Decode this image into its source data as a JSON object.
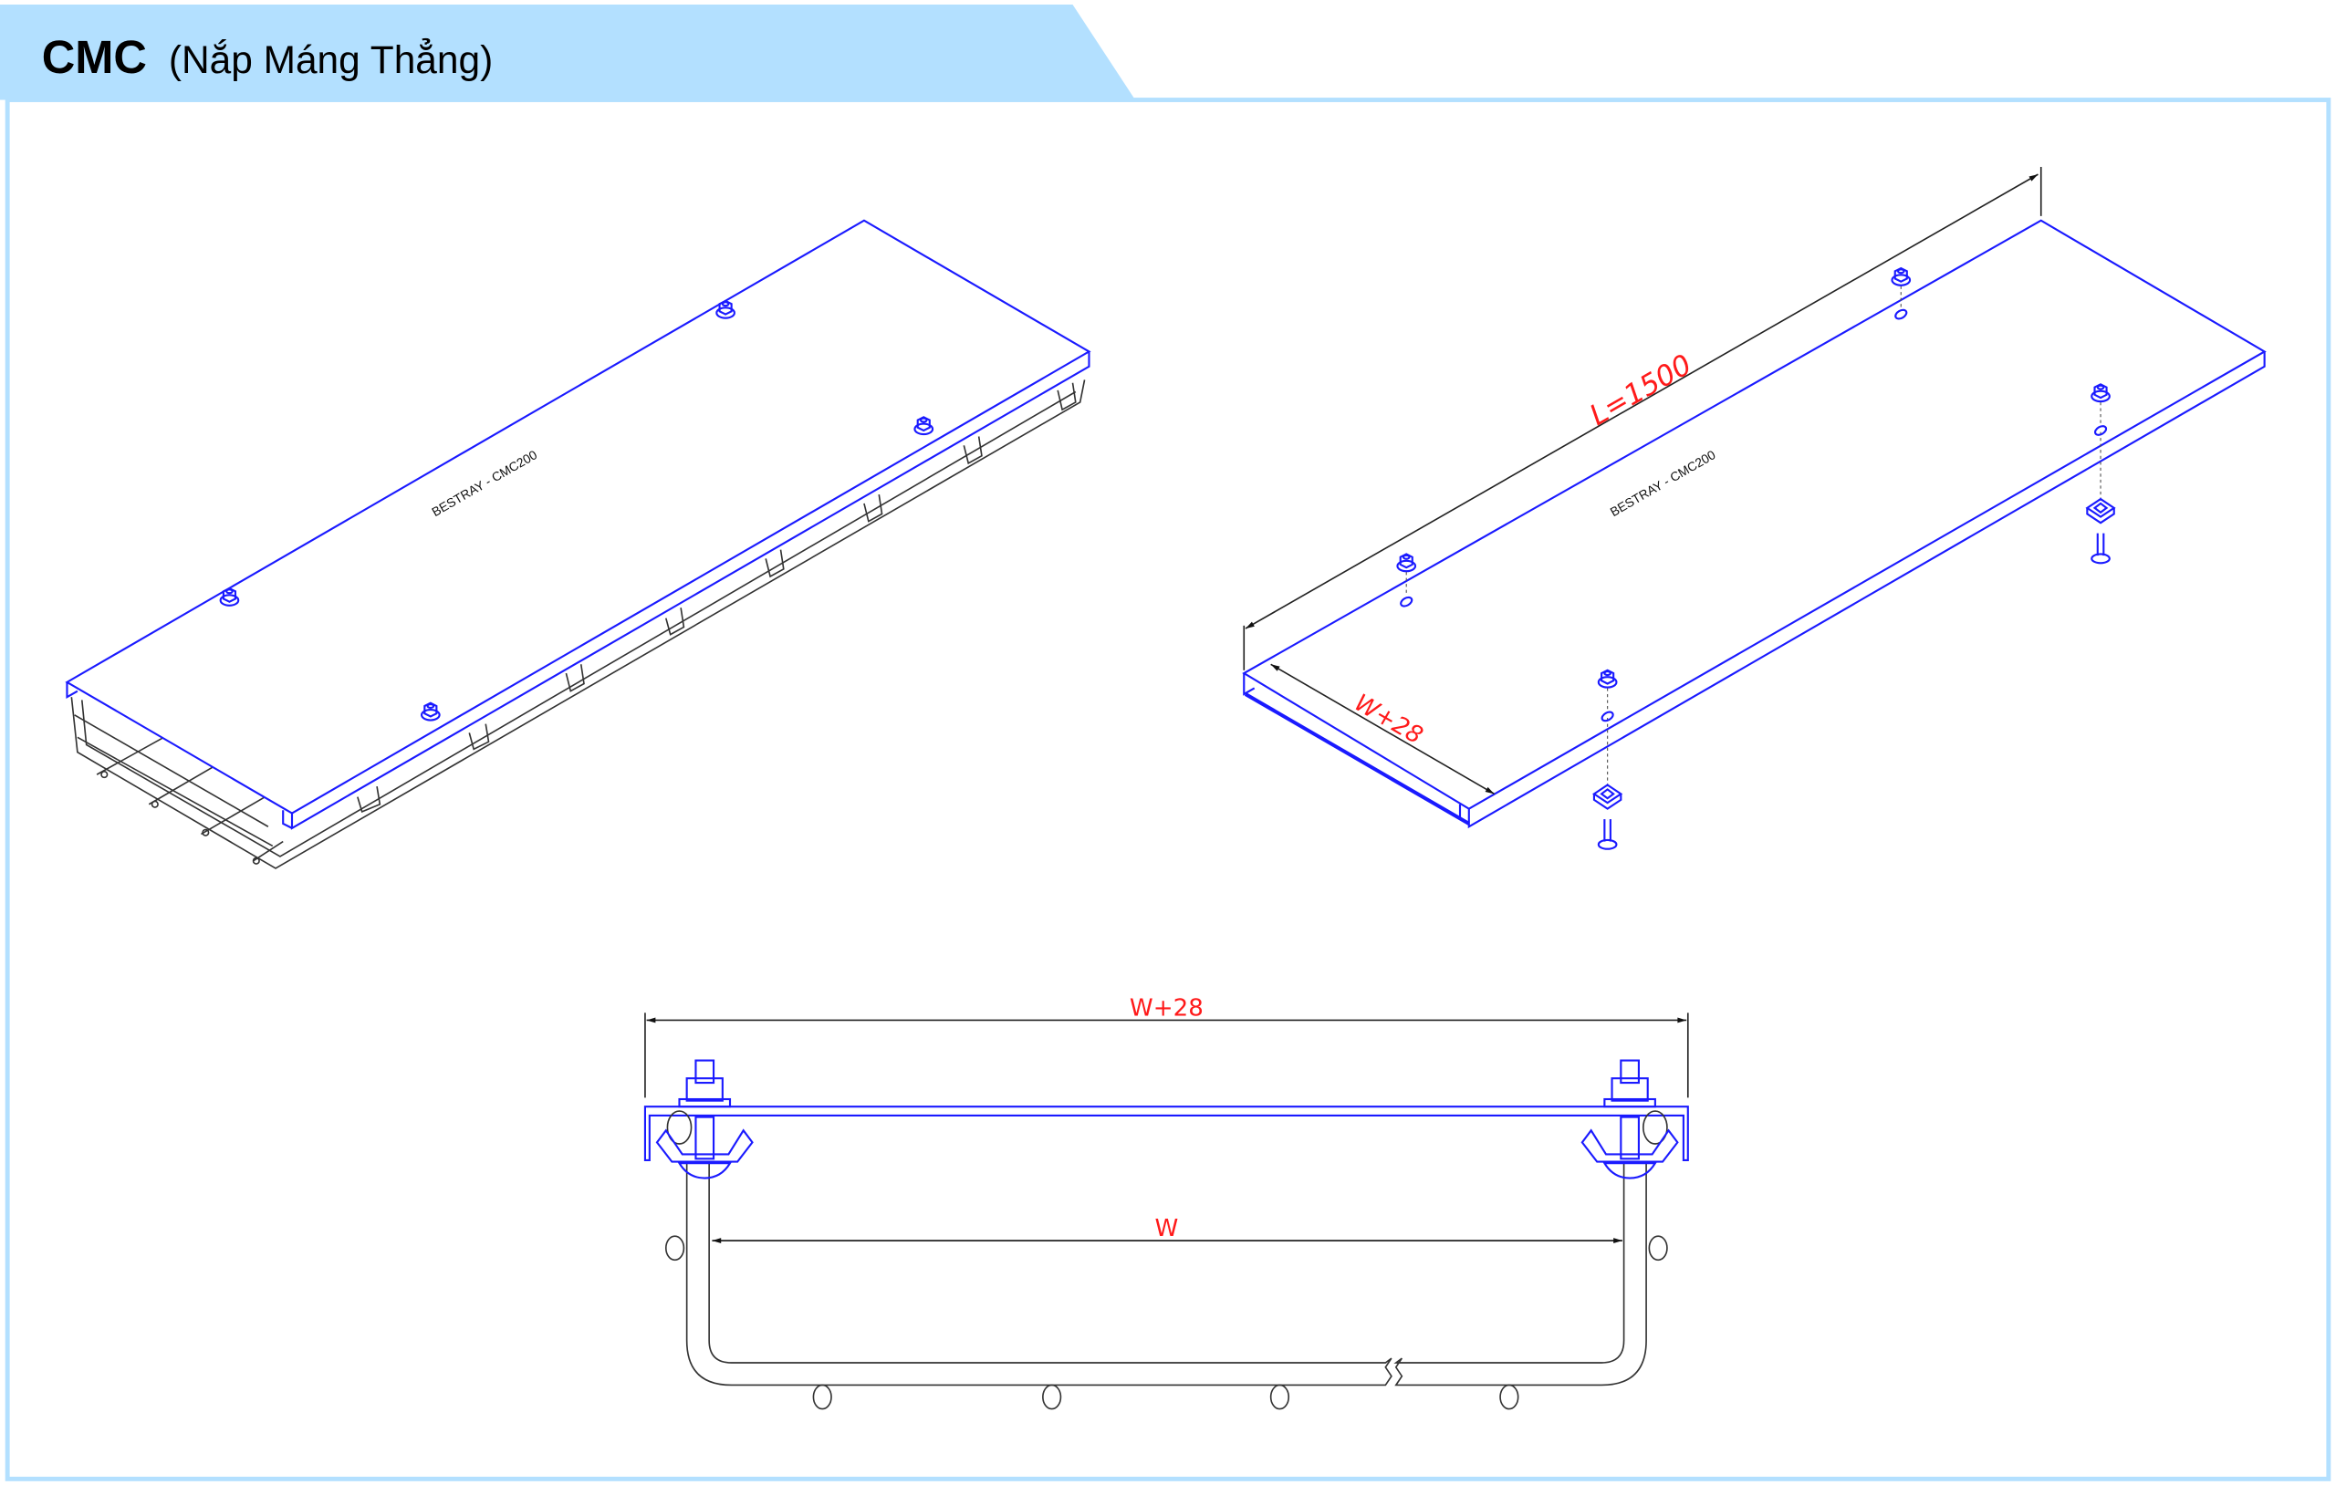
{
  "header": {
    "title_code": "CMC",
    "title_desc": "(Nắp Máng Thẳng)",
    "band_color": "#b3e0ff"
  },
  "views": {
    "assembled": {
      "brand_text": "BESTRAY - CMC200"
    },
    "exploded": {
      "brand_text": "BESTRAY - CMC200",
      "length_label": "L=1500",
      "width_label": "W+28"
    },
    "section": {
      "outer_width_label": "W+28",
      "inner_width_label": "W"
    }
  },
  "colors": {
    "part": "#1a1aff",
    "dimension": "#ff1a1a",
    "frame": "#b3e0ff"
  }
}
